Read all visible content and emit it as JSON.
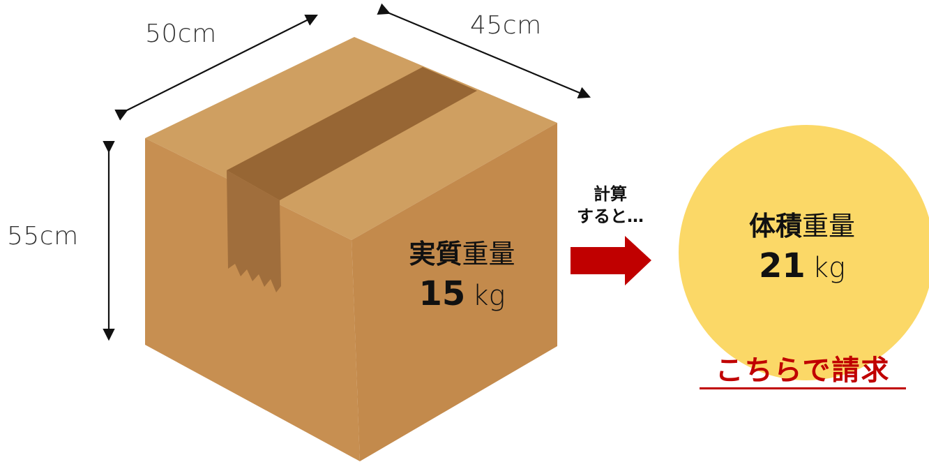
{
  "dimensions": {
    "width_label": "50cm",
    "depth_label": "45cm",
    "height_label": "55cm"
  },
  "actual_weight": {
    "label_bold": "実質",
    "label_light": "重量",
    "value": "15",
    "unit": "kg"
  },
  "calculation_note": {
    "line1": "計算",
    "line2": "すると…"
  },
  "volumetric_weight": {
    "label_bold": "体積",
    "label_light": "重量",
    "value": "21",
    "unit": "kg"
  },
  "billing_note": "こちらで請求",
  "colors": {
    "box_front": "#c78f51",
    "box_side": "#c38a4c",
    "box_top": "#cf9f61",
    "tape_dark": "#976634",
    "tape_mid": "#a06e3c",
    "circle": "#fbd867",
    "arrow": "#c00000",
    "billing_text": "#c00000"
  }
}
